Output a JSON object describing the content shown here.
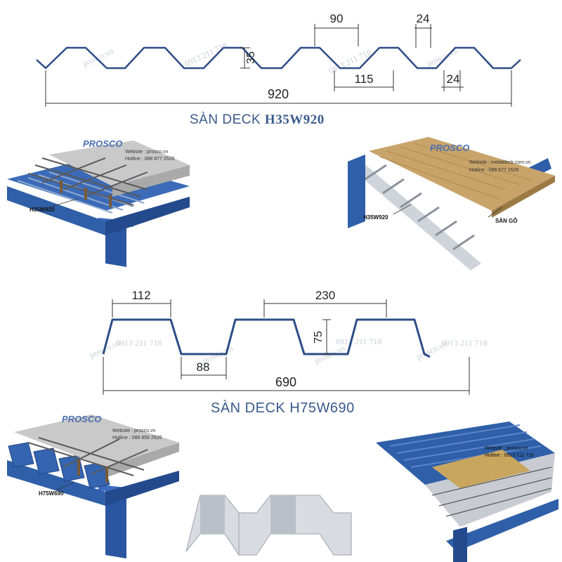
{
  "profile1": {
    "title_prefix": "SÀN DECK",
    "title_code": "H35W920",
    "dims": {
      "top_width": "90",
      "flat_top": "24",
      "height": "35",
      "pitch": "115",
      "flat_bottom": "24",
      "total_width": "920"
    }
  },
  "profile2": {
    "title": "SÀN DECK H75W690",
    "dims": {
      "top_width": "112",
      "pitch": "230",
      "height": "75",
      "bottom_width": "88",
      "total_width": "690"
    }
  },
  "photo_concrete_1": {
    "logo": "PROSCO",
    "website": "Website : prosco.vn",
    "hotline": "Hotline : 088 877 2526",
    "label": "H35W920"
  },
  "photo_wood": {
    "logo": "PROSCO",
    "website": "Website : metaldeck.com.vn",
    "hotline": "Hotline : 088 577 2526",
    "label": "H35W920",
    "wood_label": "SÀN GỖ"
  },
  "photo_concrete_2": {
    "logo": "PROSCO",
    "website": "Website : prosco.vn",
    "hotline": "Hotline : 088 859 2526",
    "label": "H75W690"
  },
  "photo_roof": {
    "website": "Website : prosco.vn",
    "hotline": "Hotline : 0913 211 718"
  },
  "watermarks": {
    "site": "prosco.vn",
    "phone": "0913 211 718"
  },
  "colors": {
    "profile_stroke": "#2d4d86",
    "dimension_line": "#333333",
    "title_color": "#3a5a8c",
    "steel_blue": "#2f5fa8",
    "concrete": "#c9c9c9",
    "wood": "#c9a46a"
  }
}
